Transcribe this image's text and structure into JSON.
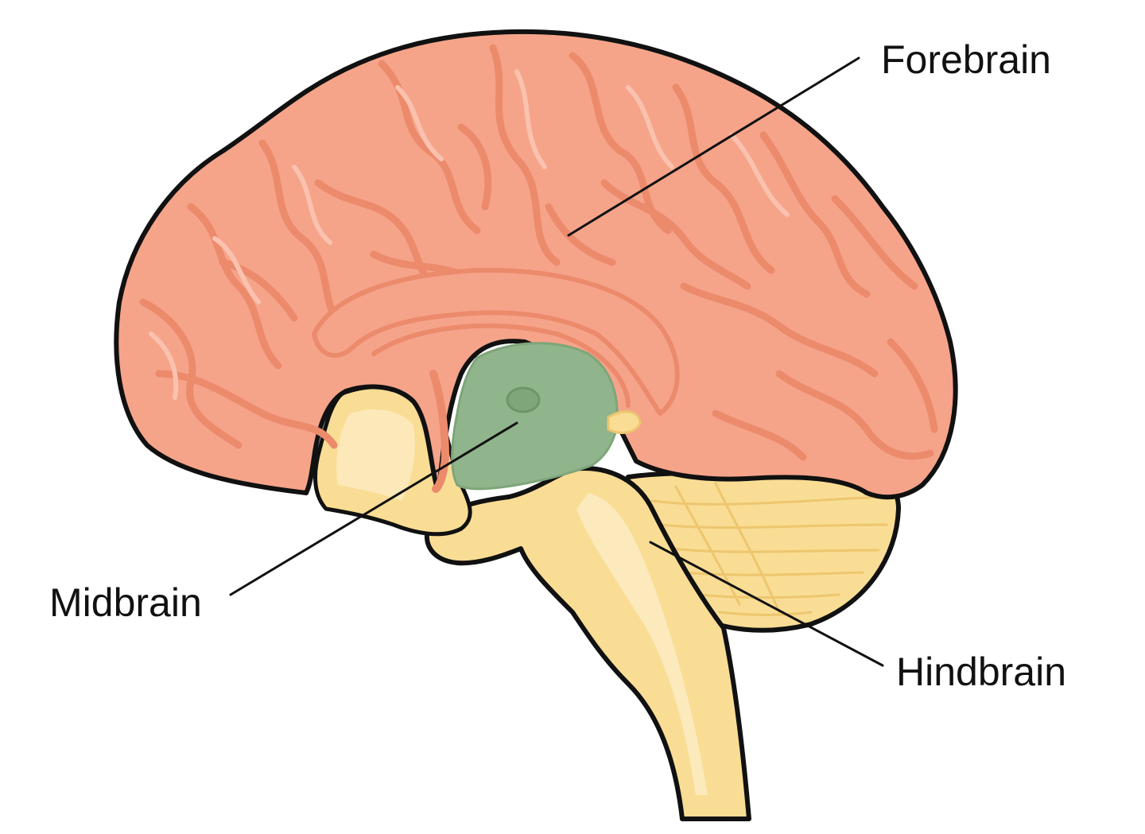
{
  "labels": {
    "forebrain": "Forebrain",
    "midbrain": "Midbrain",
    "hindbrain": "Hindbrain"
  },
  "colors": {
    "forebrain_fill": "#F5A48A",
    "forebrain_groove": "#EC8A6C",
    "forebrain_highlight": "#FAC2AE",
    "midbrain_fill": "#90B48C",
    "midbrain_dark": "#7FA57A",
    "hindbrain_fill": "#F9DD95",
    "hindbrain_light": "#FCEBC0",
    "hindbrain_line": "#EDC66E",
    "outline": "#111111",
    "leader_line": "#111111"
  }
}
